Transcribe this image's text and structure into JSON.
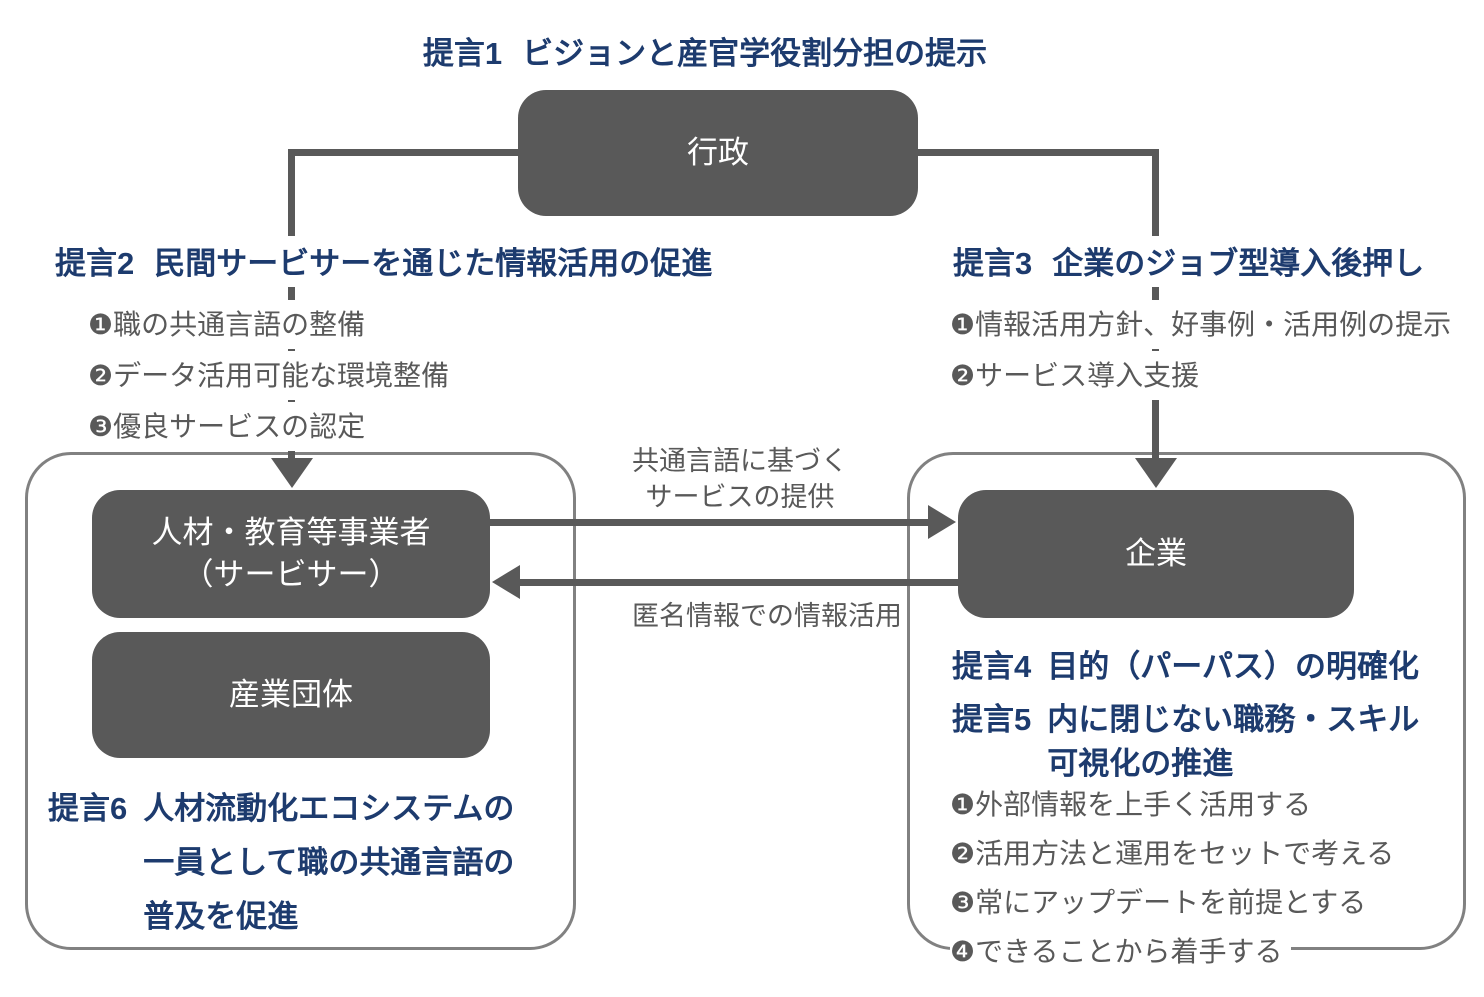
{
  "colors": {
    "accent_navy": "#1d3b6e",
    "box_gray": "#595959",
    "text_gray": "#595959",
    "frame_border_gray": "#818181"
  },
  "title": {
    "label": "提言1",
    "text": "ビジョンと産官学役割分担の提示"
  },
  "government_box": {
    "label": "行政"
  },
  "proposal2": {
    "label": "提言2",
    "text": "民間サービサーを通じた情報活用の促進",
    "items": [
      "❶職の共通言語の整備",
      "❷データ活用可能な環境整備",
      "❸優良サービスの認定"
    ]
  },
  "proposal3": {
    "label": "提言3",
    "text": "企業のジョブ型導入後押し",
    "items": [
      "❶情報活用方針、好事例・活用例の提示",
      "❷サービス導入支援"
    ]
  },
  "left_group": {
    "servicer_box": {
      "line1": "人材・教育等事業者",
      "line2": "（サービサー）"
    },
    "industry_box": {
      "label": "産業団体"
    },
    "proposal6": {
      "label": "提言6",
      "lines": [
        "人材流動化エコシステムの",
        "一員として職の共通言語の",
        "普及を促進"
      ]
    }
  },
  "right_group": {
    "company_box": {
      "label": "企業"
    },
    "proposal4": {
      "label": "提言4",
      "text": "目的（パーパス）の明確化"
    },
    "proposal5": {
      "label": "提言5",
      "lines": [
        "内に閉じない職務・スキル",
        "可視化の推進"
      ]
    },
    "items": [
      "❶外部情報を上手く活用する",
      "❷活用方法と運用をセットで考える",
      "❸常にアップデートを前提とする",
      "❹できることから着手する"
    ]
  },
  "arrows": {
    "to_company_label_line1": "共通言語に基づく",
    "to_company_label_line2": "サービスの提供",
    "to_servicer_label": "匿名情報での情報活用"
  }
}
